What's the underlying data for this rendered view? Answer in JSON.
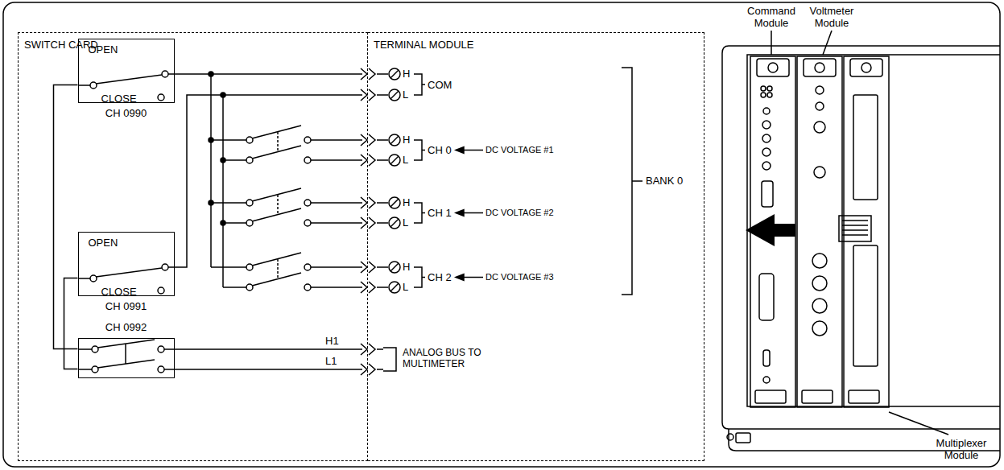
{
  "diagram": {
    "nodes": [
      {
        "text": [
          "SWITCH CARD"
        ]
      },
      {
        "text": [
          "TERMINAL MODULE"
        ]
      },
      {
        "text": [
          "OPEN",
          "CLOSE",
          "CH 0990"
        ],
        "in": 0
      },
      {
        "text": [
          "OPEN",
          "CLOSE",
          "CH 0991"
        ],
        "in": 0
      },
      {
        "text": [
          "CH 0992"
        ],
        "in": 0
      }
    ],
    "edges": [
      {
        "from": 4,
        "to": 2,
        "arrow": "none"
      },
      {
        "from": 4,
        "to": 3,
        "arrow": "none"
      }
    ],
    "labels": [
      "H",
      "L",
      "COM",
      "H",
      "L",
      "CH 0",
      "DC VOLTAGE #1",
      "H",
      "L",
      "CH 1",
      "DC VOLTAGE #2",
      "H",
      "L",
      "CH 2",
      "DC VOLTAGE #3",
      "BANK 0",
      "H1",
      "L1",
      "ANALOG BUS TO MULTIMETER",
      "Command Module",
      "Voltmeter Module",
      "Multiplexer Module"
    ]
  }
}
